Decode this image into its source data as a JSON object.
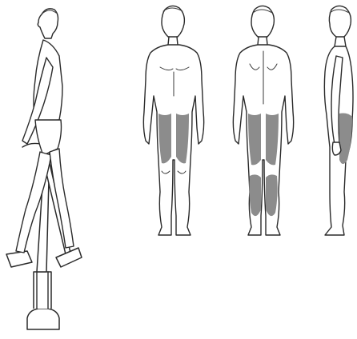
{
  "figure": {
    "colors": {
      "background": "#ffffff",
      "outline": "#2a2a2a",
      "muscle_highlight": "#8c8c8c"
    },
    "panels": [
      {
        "view": "side",
        "content": "person-on-elliptical-trainer"
      },
      {
        "view": "front",
        "content": "anatomy-front-view",
        "highlighted": "quadriceps"
      },
      {
        "view": "back",
        "content": "anatomy-back-view",
        "highlighted": "hamstrings-and-calves"
      },
      {
        "view": "side",
        "content": "anatomy-side-view",
        "highlighted": "thigh"
      }
    ]
  }
}
